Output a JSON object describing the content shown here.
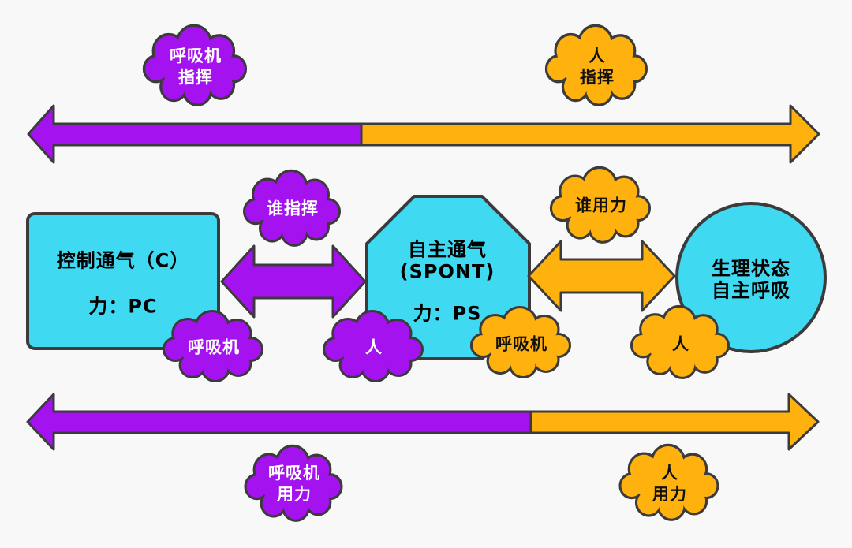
{
  "theme": {
    "background": "#f8f8f8",
    "purple": "#a512f0",
    "orange": "#ffb10e",
    "cyan": "#3fd9f2",
    "outline": "#3b3b3b",
    "text_on_purple": "#ffffff",
    "text_on_orange": "#111111",
    "text_on_cyan": "#000000"
  },
  "top_band": {
    "ventilator_commands_cloud": {
      "line1": "呼吸机",
      "line2": "指挥"
    },
    "person_commands_cloud": {
      "line1": "人",
      "line2": "指挥"
    }
  },
  "middle_band": {
    "control_box": {
      "title": "控制通气（C）",
      "force": "力：PC"
    },
    "who_commands_cloud": {
      "label": "谁指挥"
    },
    "spont_octagon": {
      "title": "自主通气",
      "subtitle": "(SPONT)",
      "force": "力：PS"
    },
    "who_works_cloud": {
      "label": "谁用力"
    },
    "physiology_circle": {
      "line1": "生理状态",
      "line2": "自主呼吸"
    },
    "ventilator_cloud_left": {
      "label": "呼吸机"
    },
    "person_cloud_left": {
      "label": "人"
    },
    "ventilator_cloud_right": {
      "label": "呼吸机"
    },
    "person_cloud_right": {
      "label": "人"
    }
  },
  "bottom_band": {
    "ventilator_effort_cloud": {
      "line1": "呼吸机",
      "line2": "用力"
    },
    "person_effort_cloud": {
      "line1": "人",
      "line2": "用力"
    }
  }
}
